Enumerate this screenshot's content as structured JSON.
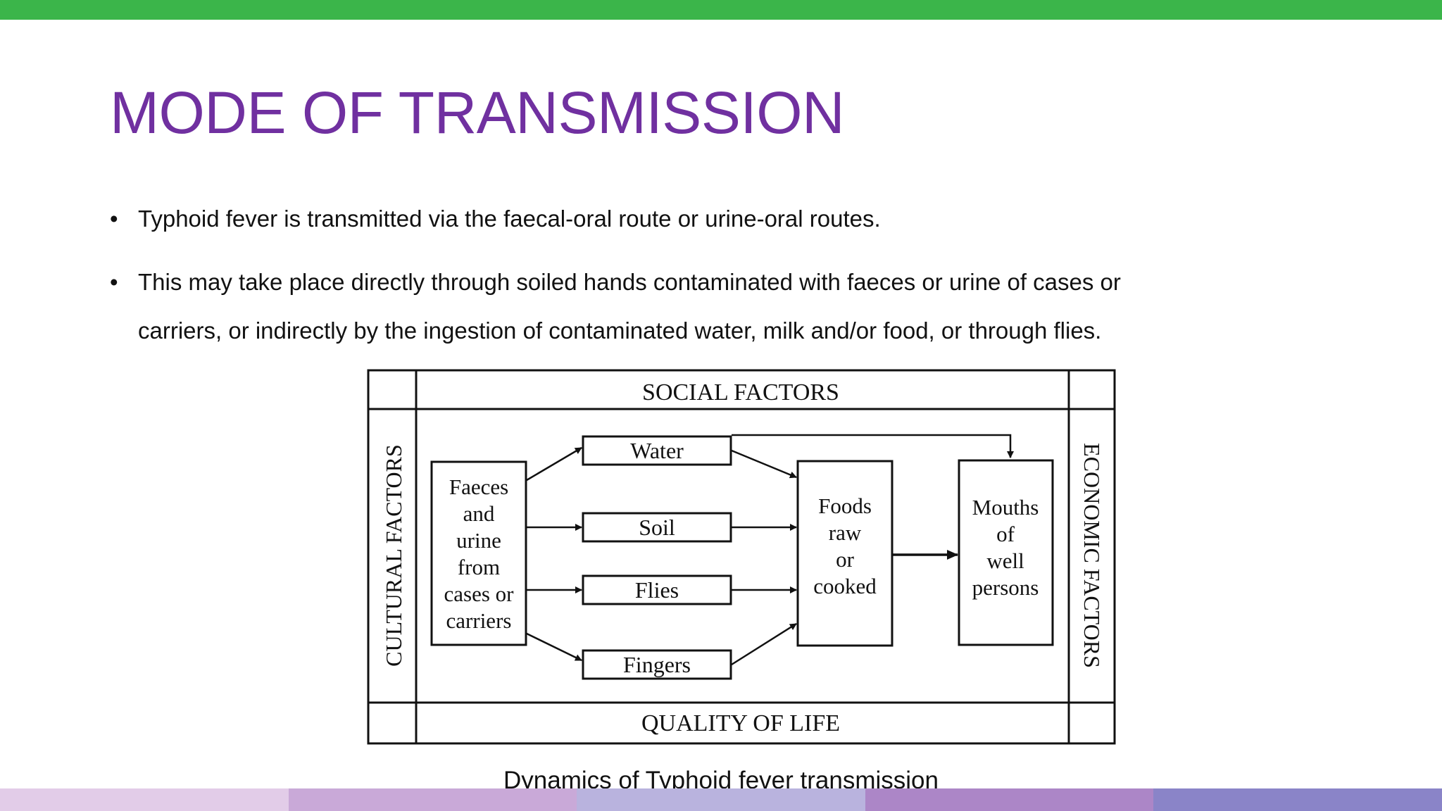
{
  "colors": {
    "top_bar": "#3bb54a",
    "title": "#7030a0",
    "bottom_bar": [
      "#e2cce8",
      "#c9a9d8",
      "#b9b3de",
      "#ac86c7",
      "#8a84c8"
    ]
  },
  "slide": {
    "title": "MODE OF TRANSMISSION",
    "bullets": [
      "Typhoid fever is transmitted via the faecal-oral route or urine-oral routes.",
      "This may take place directly through soiled hands contaminated with faeces or urine of cases or carriers, or indirectly by the ingestion of contaminated water, milk and/or food, or through flies."
    ],
    "bullet_marker": "•",
    "caption": "Dynamics of Typhoid fever transmission"
  },
  "diagram": {
    "top_band": "SOCIAL FACTORS",
    "bottom_band": "QUALITY OF LIFE",
    "left_band": "CULTURAL FACTORS",
    "right_band": "ECONOMIC FACTORS",
    "source_box": [
      "Faeces",
      "and",
      "urine",
      "from",
      "cases or",
      "carriers"
    ],
    "vehicles": [
      "Water",
      "Soil",
      "Flies",
      "Fingers"
    ],
    "food_box": [
      "Foods",
      "raw",
      "or",
      "cooked"
    ],
    "host_box": [
      "Mouths",
      "of",
      "well",
      "persons"
    ]
  }
}
